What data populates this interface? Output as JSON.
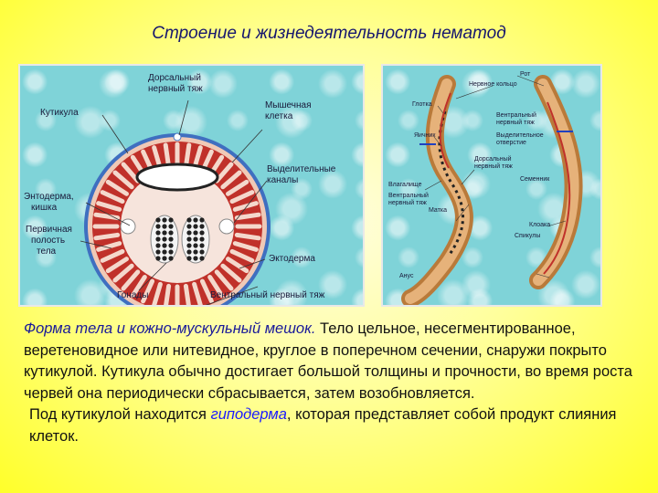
{
  "title": "Строение и жизнедеятельность нематод",
  "cross_section_labels": {
    "dorsal_cord_1": "Дорсальный",
    "dorsal_cord_2": "нервный тяж",
    "cuticle": "Кутикула",
    "muscle_cell_1": "Мышечная",
    "muscle_cell_2": "клетка",
    "excretory_1": "Выделительные",
    "excretory_2": "каналы",
    "endoderm_1": "Энтодерма,",
    "endoderm_2": "кишка",
    "cavity_1": "Первичная",
    "cavity_2": "полость",
    "cavity_3": "тела",
    "ectoderm": "Эктодерма",
    "gonads": "Гонады",
    "ventral_cord": "Вентральный нервный тяж"
  },
  "worm_labels": {
    "mouth": "Рот",
    "nerve_ring": "Нервное кольцо",
    "pharynx": "Глотка",
    "ventral_cord_1": "Вентральный",
    "ventral_cord_2": "нервный тяж",
    "ovary": "Яичник",
    "excretory_pore_1": "Выделительное",
    "excretory_pore_2": "отверстие",
    "dorsal_cord_1": "Дорсальный",
    "dorsal_cord_2": "нервный тяж",
    "vagina": "Влагалище",
    "ventral_cord_b1": "Вентральный",
    "ventral_cord_b2": "нервный тяж",
    "testis": "Семенник",
    "uterus": "Матка",
    "cloaca": "Клоака",
    "spicules": "Спикулы",
    "anus": "Анус"
  },
  "text": {
    "lead": "Форма тела и кожно-мускульный мешок.",
    "para1": " Тело цельное, несегментированное, веретеновидное или нитевидное, круглое в поперечном сечении, снаружи покрыто кутикулой. Кутикула обычно достигает большой толщины и прочности, во время роста червей она периодически сбрасывается, затем возобновляется.",
    "para2_start": "Под кутикулой находится ",
    "term": "гиподерма",
    "para2_end": ", которая представляет собой продукт слияния клеток."
  }
}
